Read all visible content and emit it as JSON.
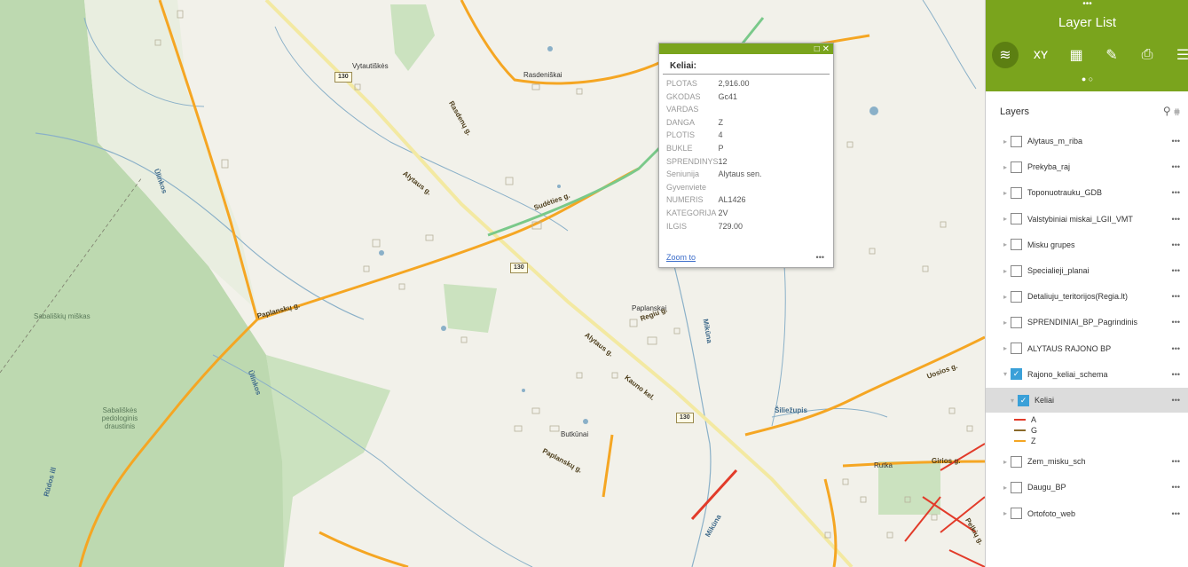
{
  "map": {
    "places": [
      "Vytautiškės",
      "Rasdeniškai",
      "Paplanskai",
      "Butkūnai",
      "Rutka",
      "Sabališkių miškas",
      "Sabališkės pedologinis draustinis"
    ],
    "roads": [
      "Alytaus g.",
      "Alytaus g.",
      "Paplanskų g.",
      "Kauno kel.",
      "Paplanskų g.",
      "Sudėties g.",
      "Rasdenų g.",
      "Uosios g.",
      "Girios g.",
      "Pelkių g.",
      "Mikūna",
      "Mikūna",
      "Ūlinkos",
      "Ūlinkos",
      "Rūdos ill",
      "Šiliežupis",
      "Regiu g."
    ],
    "shields": [
      "130",
      "130",
      "130"
    ]
  },
  "popup": {
    "title": "Keliai:",
    "fields": [
      {
        "k": "PLOTAS",
        "v": "2,916.00"
      },
      {
        "k": "GKODAS",
        "v": "Gc41"
      },
      {
        "k": "VARDAS",
        "v": ""
      },
      {
        "k": "DANGA",
        "v": "Z"
      },
      {
        "k": "PLOTIS",
        "v": "4"
      },
      {
        "k": "BUKLE",
        "v": "P"
      },
      {
        "k": "SPRENDINYS",
        "v": "12"
      },
      {
        "k": "Seniunija",
        "v": "Alytaus sen."
      },
      {
        "k": "Gyvenviete",
        "v": ""
      },
      {
        "k": "NUMERIS",
        "v": "AL1426"
      },
      {
        "k": "KATEGORIJA",
        "v": "2V"
      },
      {
        "k": "ILGIS",
        "v": "729.00"
      }
    ],
    "zoom_label": "Zoom to",
    "more": "•••",
    "controls": "□ ✕"
  },
  "panel": {
    "dots": "•••",
    "title": "Layer List",
    "pager": "● ○",
    "tools": [
      {
        "icon": "layers-icon",
        "glyph": "≋"
      },
      {
        "icon": "coordinate-icon",
        "glyph": "xʏ"
      },
      {
        "icon": "grid-icon",
        "glyph": "▦"
      },
      {
        "icon": "draw-icon",
        "glyph": "✎"
      },
      {
        "icon": "print-icon",
        "glyph": "⎙"
      },
      {
        "icon": "legend-icon",
        "glyph": "☰"
      }
    ],
    "layers_label": "Layers",
    "layers_tools": "⚲ ⩷",
    "layers": [
      {
        "name": "Alytaus_m_riba",
        "checked": false
      },
      {
        "name": "Prekyba_raj",
        "checked": false
      },
      {
        "name": "Toponuotrauku_GDB",
        "checked": false
      },
      {
        "name": "Valstybiniai miskai_LGII_VMT",
        "checked": false
      },
      {
        "name": "Misku grupes",
        "checked": false
      },
      {
        "name": "Specialieji_planai",
        "checked": false
      },
      {
        "name": "Detaliuju_teritorijos(Regia.lt)",
        "checked": false
      },
      {
        "name": "SPRENDINIAI_BP_Pagrindinis",
        "checked": false
      },
      {
        "name": "ALYTAUS RAJONO BP",
        "checked": false
      },
      {
        "name": "Rajono_keliai_schema",
        "checked": true
      }
    ],
    "sublayer": {
      "name": "Keliai",
      "checked": true
    },
    "legend": [
      {
        "label": "A",
        "color": "#e23b2a"
      },
      {
        "label": "G",
        "color": "#8a6a2a"
      },
      {
        "label": "Z",
        "color": "#f5a623"
      }
    ],
    "layers_after": [
      {
        "name": "Zem_misku_sch",
        "checked": false
      },
      {
        "name": "Daugu_BP",
        "checked": false
      },
      {
        "name": "Ortofoto_web",
        "checked": false
      }
    ],
    "more": "•••"
  }
}
